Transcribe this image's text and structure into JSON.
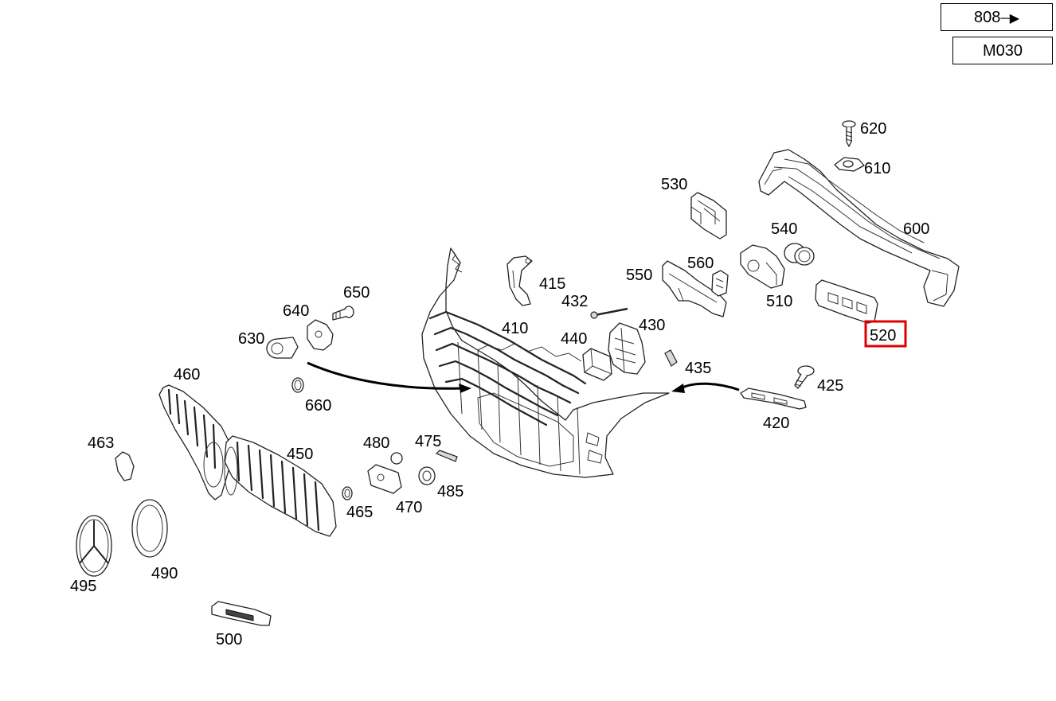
{
  "page_ref": {
    "text": "808",
    "arrow_icon": "right-arrow-icon"
  },
  "model_code": "M030",
  "highlight_color": "#e00000",
  "parts": {
    "p620": "620",
    "p610": "610",
    "p600": "600",
    "p530": "530",
    "p540": "540",
    "p560": "560",
    "p550": "550",
    "p510": "510",
    "p520": "520",
    "p650": "650",
    "p640": "640",
    "p630": "630",
    "p660": "660",
    "p415": "415",
    "p432": "432",
    "p410": "410",
    "p430": "430",
    "p440": "440",
    "p435": "435",
    "p425": "425",
    "p420": "420",
    "p460": "460",
    "p450": "450",
    "p463": "463",
    "p480": "480",
    "p475": "475",
    "p485": "485",
    "p465": "465",
    "p470": "470",
    "p495": "495",
    "p490": "490",
    "p500": "500"
  }
}
